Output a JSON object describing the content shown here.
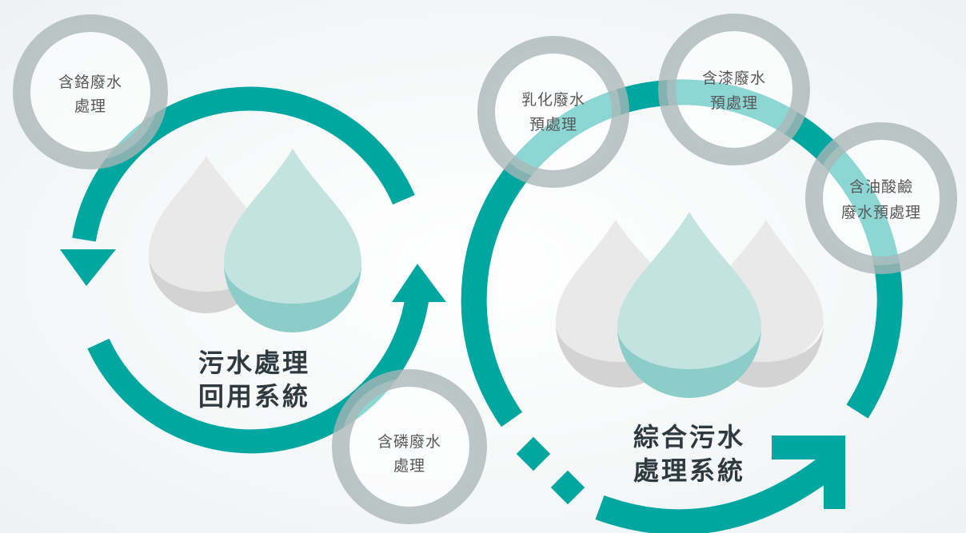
{
  "colors": {
    "teal": "#00a6a0",
    "ring": "#aab6b6",
    "drop_gray": "#e9e9e9",
    "drop_gray_shadow": "#d3d3d3",
    "drop_teal": "#c3e3e1",
    "drop_teal_shadow": "#8ccdc9"
  },
  "left_system": {
    "title_line1": "污水處理",
    "title_line2": "回用系統"
  },
  "right_system": {
    "title_line1": "綜合污水",
    "title_line2": "處理系統"
  },
  "treatments": [
    {
      "line1": "含鉻廢水",
      "line2": "處理"
    },
    {
      "line1": "含磷廢水",
      "line2": "處理"
    },
    {
      "line1": "乳化廢水",
      "line2": "預處理"
    },
    {
      "line1": "含漆廢水",
      "line2": "預處理"
    },
    {
      "line1": "含油酸鹼",
      "line2": "廢水預處理"
    }
  ]
}
